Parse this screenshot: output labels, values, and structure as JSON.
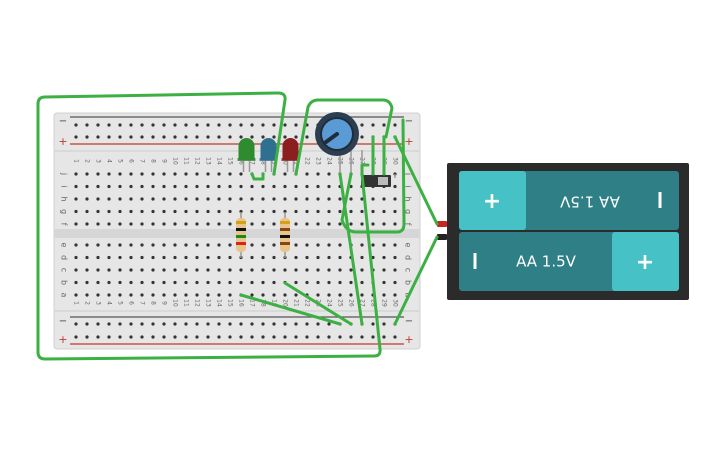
{
  "canvas": {
    "background": "#ffffff"
  },
  "breadboard": {
    "columns": 30,
    "top_rows": [
      "j",
      "i",
      "h",
      "g",
      "f"
    ],
    "bottom_rows": [
      "e",
      "d",
      "c",
      "b",
      "a"
    ],
    "rail_minus_label": "−",
    "rail_plus_label": "+",
    "colors": {
      "body": "#e6e6e6",
      "channel": "#d6d6d6",
      "hole": "#333333",
      "label": "#666666",
      "rail_red": "#c0392b",
      "rail_black": "#555555"
    }
  },
  "components": {
    "leds": [
      {
        "name": "green-led",
        "color": "#2e8b2e",
        "column": 16
      },
      {
        "name": "blue-led",
        "color": "#2f6f8f",
        "column": 18
      },
      {
        "name": "red-led",
        "color": "#8b1e1e",
        "column": 20
      }
    ],
    "resistors": [
      {
        "name": "resistor-1",
        "column": 16,
        "bands": [
          "#d4a017",
          "#111111",
          "#1a8a1a",
          "#e02020"
        ]
      },
      {
        "name": "resistor-2",
        "column": 20,
        "bands": [
          "#d4a017",
          "#8b4513",
          "#111111",
          "#8b4513"
        ]
      }
    ],
    "potentiometer": {
      "name": "potentiometer",
      "knob_color": "#5b9bd5",
      "ring_color": "#2c3e50"
    },
    "slide_switch": {
      "name": "slide-switch",
      "columns": [
        28,
        29,
        30
      ]
    },
    "battery_holder": {
      "name": "battery-holder-2xAA",
      "batteries": [
        {
          "label": "AA 1.5V",
          "plus": "+",
          "minus": "I",
          "flipped": true
        },
        {
          "label": "AA 1.5V",
          "plus": "+",
          "minus": "I",
          "flipped": false
        }
      ],
      "colors": {
        "case": "#2b2b2b",
        "body": "#2f7f86",
        "cap": "#46c2c7",
        "terminal_red": "#cc2222",
        "terminal_black": "#222222"
      }
    }
  },
  "wire_color": "#3cb043"
}
